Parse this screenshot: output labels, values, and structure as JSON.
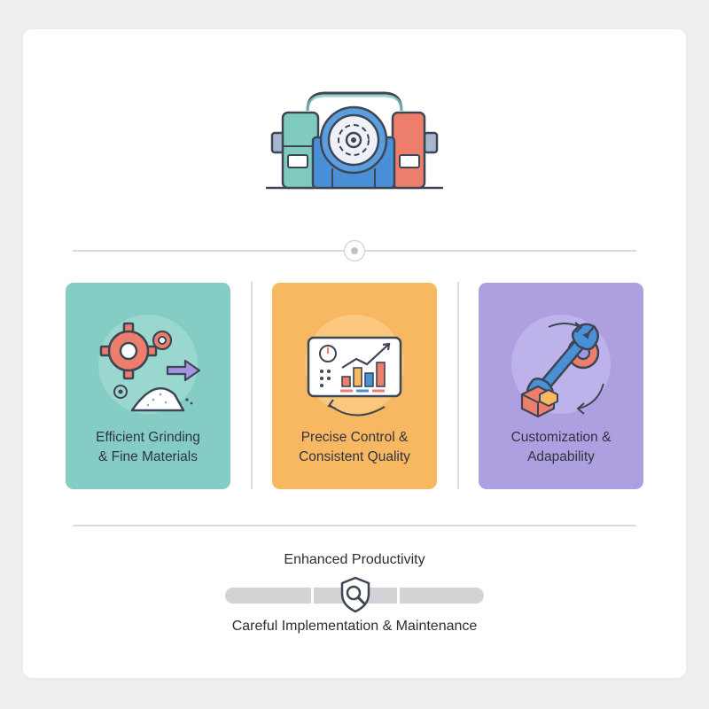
{
  "cards": [
    {
      "line1": "Efficient Grinding",
      "line2": "& Fine Materials",
      "icon": "gear-grinding-icon",
      "color": "#85cdc4"
    },
    {
      "line1": "Precise Control &",
      "line2": "Consistent Quality",
      "icon": "control-panel-icon",
      "color": "#f8b861"
    },
    {
      "line1": "Customization &",
      "line2": "Adapability",
      "icon": "wrench-gear-icon",
      "color": "#ae9fe0"
    }
  ],
  "footer": {
    "top_caption": "Enhanced Productivity",
    "bottom_caption": "Careful Implementation & Maintenance"
  },
  "icons": {
    "hero": "grinding-mill-icon",
    "progress": "shield-search-icon"
  }
}
